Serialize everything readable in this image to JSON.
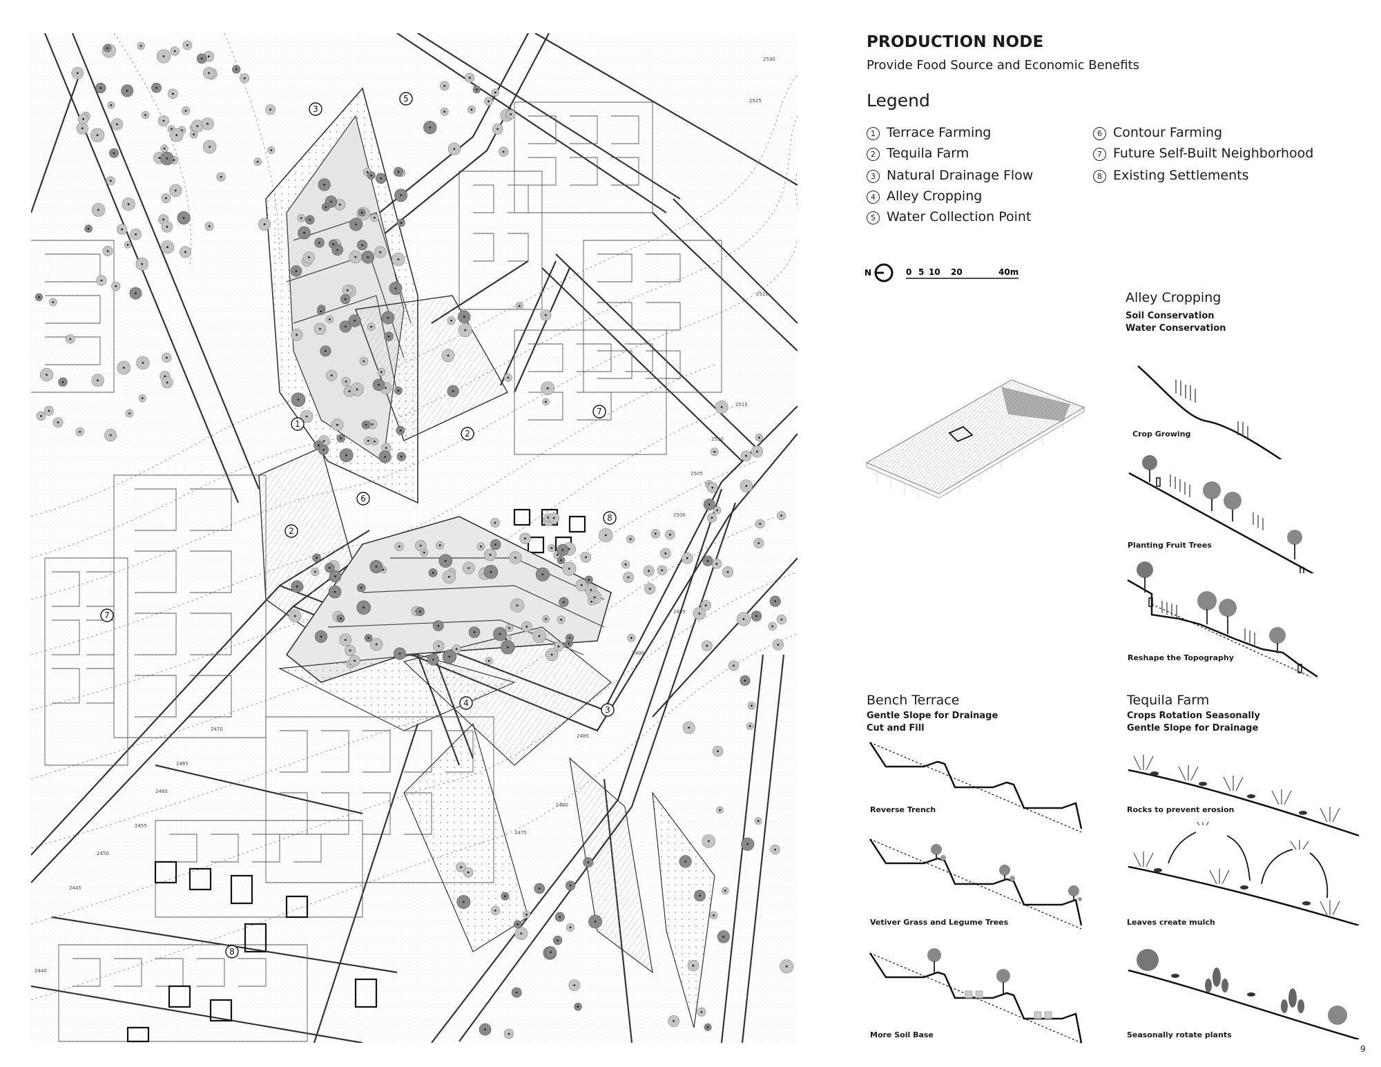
{
  "header": {
    "title": "PRODUCTION NODE",
    "subtitle": "Provide Food Source and Economic Benefits"
  },
  "legend": {
    "heading": "Legend",
    "items": [
      {
        "num": "1",
        "label": "Terrace Farming"
      },
      {
        "num": "2",
        "label": "Tequila Farm"
      },
      {
        "num": "3",
        "label": "Natural Drainage Flow"
      },
      {
        "num": "4",
        "label": "Alley Cropping"
      },
      {
        "num": "5",
        "label": "Water Collection Point"
      },
      {
        "num": "6",
        "label": "Contour Farming"
      },
      {
        "num": "7",
        "label": "Future Self-Built Neighborhood"
      },
      {
        "num": "8",
        "label": "Existing Settlements"
      }
    ]
  },
  "scale_bar": {
    "north": "N",
    "ticks": [
      "0",
      "5",
      "10",
      "20",
      "40m"
    ]
  },
  "map": {
    "markers": [
      "3",
      "5",
      "1",
      "2",
      "7",
      "6",
      "2",
      "8",
      "7",
      "4",
      "3",
      "8"
    ],
    "contours": [
      "2530",
      "2525",
      "2520",
      "2515",
      "2510",
      "2505",
      "2500",
      "2495",
      "2490",
      "2485",
      "2480",
      "2475",
      "2470",
      "2465",
      "2460",
      "2455",
      "2450",
      "2445",
      "2440"
    ]
  },
  "alley_cropping": {
    "title": "Alley Cropping",
    "subtitle_lines": [
      "Soil Conservation",
      "Water Conservation"
    ],
    "captions": [
      "Crop Growing",
      "Planting Fruit Trees",
      "Reshape the Topography"
    ]
  },
  "bench_terrace": {
    "title": "Bench Terrace",
    "subtitle_lines": [
      "Gentle Slope for Drainage",
      "Cut and Fill"
    ],
    "captions": [
      "Reverse Trench",
      "Vetiver Grass and Legume Trees",
      "More Soil Base"
    ]
  },
  "tequila_farm": {
    "title": "Tequila Farm",
    "subtitle_lines": [
      "Crops Rotation Seasonally",
      "Gentle Slope for Drainage"
    ],
    "captions": [
      "Rocks to prevent erosion",
      "Leaves create mulch",
      "Seasonally rotate plants"
    ]
  },
  "page_number": "9"
}
